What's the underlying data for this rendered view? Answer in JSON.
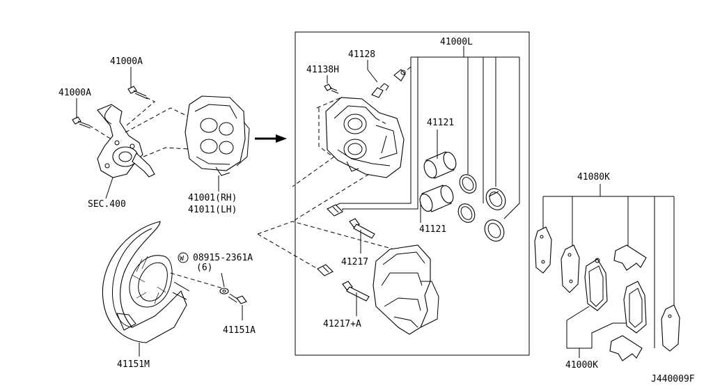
{
  "labels": {
    "l41000a_1": "41000A",
    "l41000a_2": "41000A",
    "sec400": "SEC.400",
    "l41001rh": "41001(RH)",
    "l41011lh": "41011(LH)",
    "w_marker": "W",
    "l08915": "08915-2361A",
    "qty6": "(6)",
    "l41151a": "41151A",
    "l41151m": "41151M",
    "l41128": "41128",
    "l41138h": "41138H",
    "l41000l": "41000L",
    "l41121_1": "41121",
    "l41121_2": "41121",
    "l41217": "41217",
    "l41217a": "41217+A",
    "l41080k": "41080K",
    "l41000k": "41000K",
    "code": "J440009F"
  }
}
